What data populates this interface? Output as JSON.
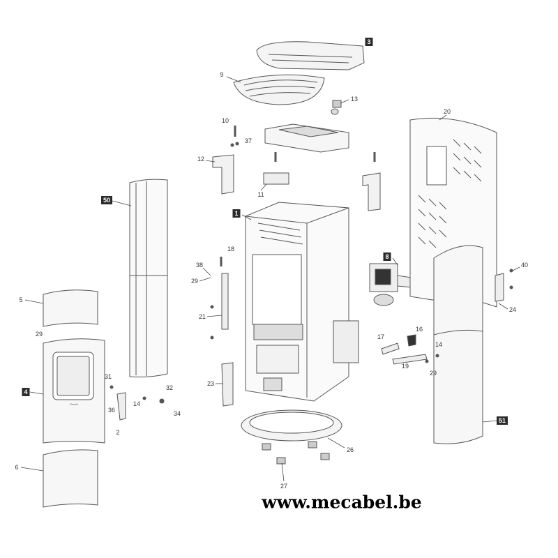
{
  "diagram": {
    "callouts": {
      "p3": "3",
      "p9": "9",
      "p13": "13",
      "p20": "20",
      "p10": "10",
      "p37": "37",
      "p12": "12",
      "p11": "11",
      "p50": "50",
      "p1": "1",
      "p18": "18",
      "p38": "38",
      "p29a": "29",
      "p8": "8",
      "p40": "40",
      "p24": "24",
      "p5": "5",
      "p29b": "29",
      "p21": "21",
      "p17": "17",
      "p16": "16",
      "p14a": "14",
      "p19": "19",
      "p29c": "29",
      "p4": "4",
      "p31": "31",
      "p36": "36",
      "p32": "32",
      "p14b": "14",
      "p34": "34",
      "p23": "23",
      "p2": "2",
      "p26": "26",
      "p51": "51",
      "p6": "6",
      "p27": "27"
    },
    "door_logo": "Ravelli"
  },
  "website": "www.mecabel.be"
}
